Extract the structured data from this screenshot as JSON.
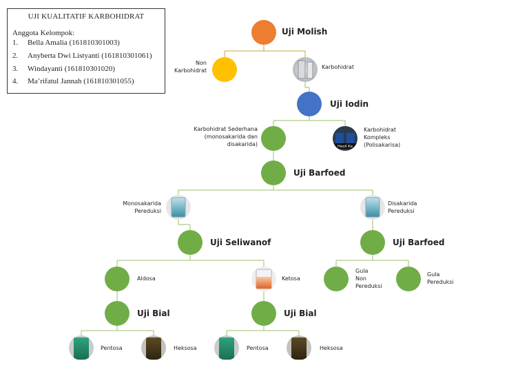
{
  "info": {
    "title": "UJI KUALITATIF KARBOHIDRAT",
    "subtitle": "Anggota Kelompok:",
    "members": [
      {
        "num": "1.",
        "name": "Bella Amalia (161810301003)"
      },
      {
        "num": "2.",
        "name": "Anyberta Dwi Listyanti (161810301061)"
      },
      {
        "num": "3.",
        "name": "Windayanti (161810301020)"
      },
      {
        "num": "4.",
        "name": "Ma’rifatul Jannah (161810301055)"
      }
    ]
  },
  "tests": {
    "molish": "Uji Molish",
    "iodin": "Uji Iodin",
    "barfoed_1": "Uji Barfoed",
    "seliwanof": "Uji Seliwanof",
    "barfoed_2": "Uji Barfoed",
    "bial_1": "Uji Bial",
    "bial_2": "Uji Bial"
  },
  "results": {
    "non_karbohidrat": [
      "Non",
      "Karbohidrat"
    ],
    "karbohidrat": "Karbohidrat",
    "sederhana": [
      "Karbohidrat Sederhana",
      "(monosakarida dan",
      "disakarida)"
    ],
    "kompleks": [
      "Karbohidrat",
      "Kompleks",
      "(Polisakarisa)"
    ],
    "kompleks_photo_text": "Hasil Ka",
    "mono": [
      "Monosakarida",
      "Pereduksi"
    ],
    "disakarida": [
      "Disakarida",
      "Pereduksi"
    ],
    "aldosa": "Aldosa",
    "ketosa": "Ketosa",
    "gula_non": [
      "Gula",
      "Non",
      "Pereduksi"
    ],
    "gula_pereduksi": [
      "Gula",
      "Pereduksi"
    ],
    "pentosa_1": "Pentosa",
    "heksosa_1": "Heksosa",
    "pentosa_2": "Pentosa",
    "heksosa_2": "Heksosa"
  },
  "colors": {
    "molish": "#ed7d31",
    "non_karbohidrat": "#ffc000",
    "iodin": "#4472c4",
    "node": "#70ad47",
    "line": "#9bbf6b",
    "line_top": "#c9a23a"
  }
}
